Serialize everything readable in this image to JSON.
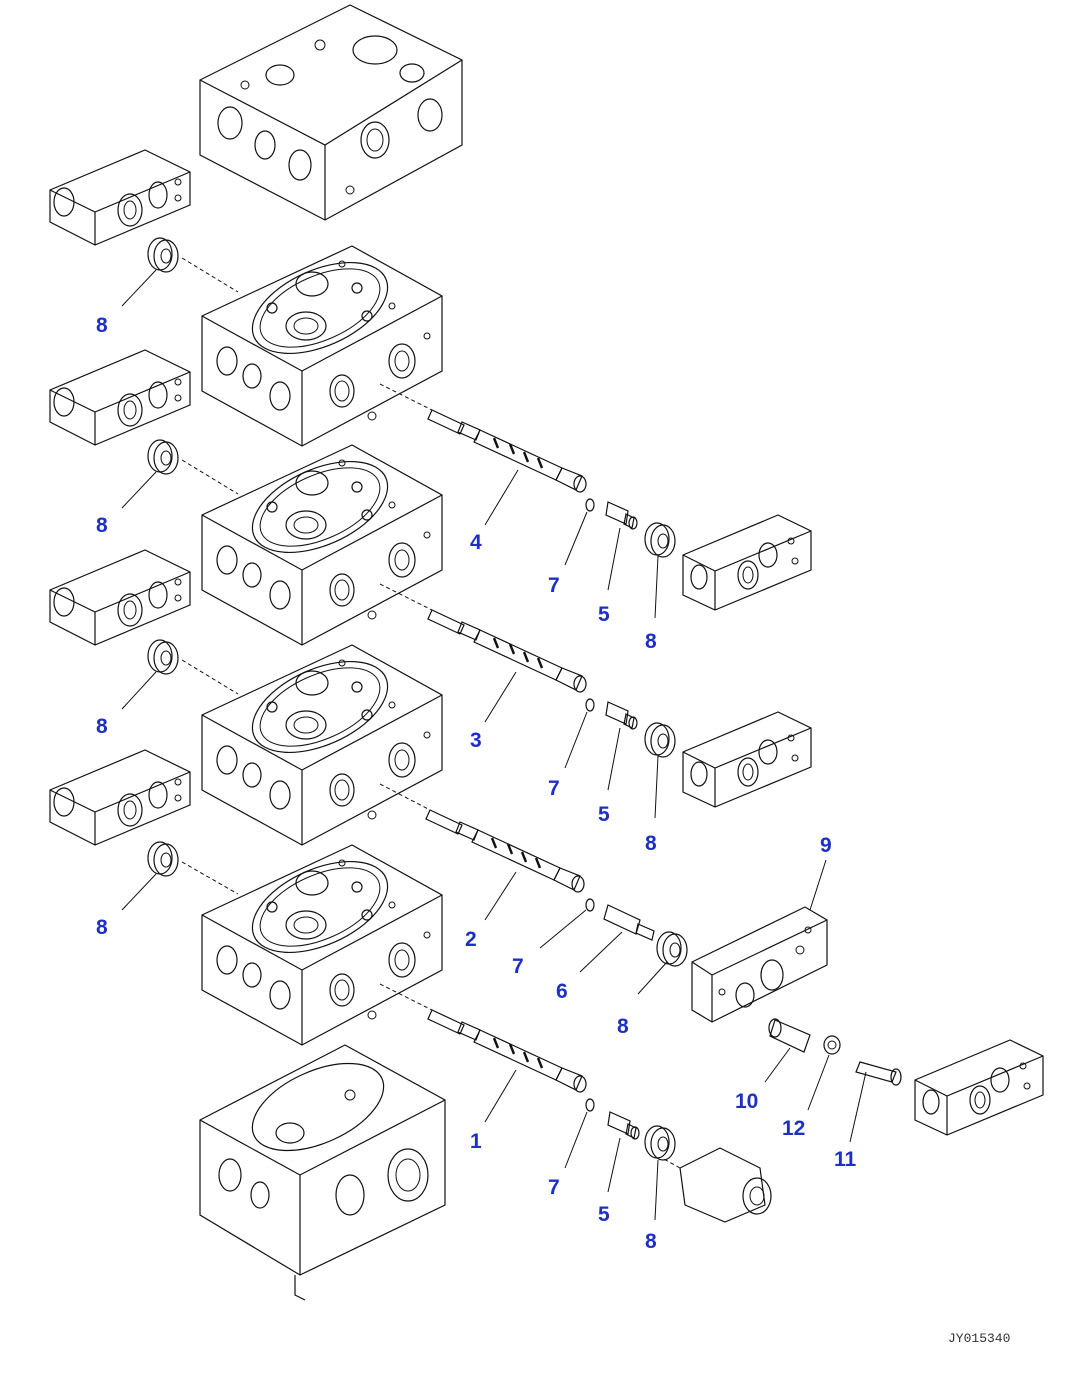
{
  "figure": {
    "drawing_code": "JY015340",
    "callouts": [
      {
        "id": "c1",
        "text": "8"
      },
      {
        "id": "c2",
        "text": "8"
      },
      {
        "id": "c3",
        "text": "8"
      },
      {
        "id": "c4",
        "text": "8"
      },
      {
        "id": "c5",
        "text": "4"
      },
      {
        "id": "c6",
        "text": "7"
      },
      {
        "id": "c7",
        "text": "5"
      },
      {
        "id": "c8",
        "text": "8"
      },
      {
        "id": "c9",
        "text": "3"
      },
      {
        "id": "c10",
        "text": "7"
      },
      {
        "id": "c11",
        "text": "5"
      },
      {
        "id": "c12",
        "text": "8"
      },
      {
        "id": "c13",
        "text": "9"
      },
      {
        "id": "c14",
        "text": "2"
      },
      {
        "id": "c15",
        "text": "7"
      },
      {
        "id": "c16",
        "text": "6"
      },
      {
        "id": "c17",
        "text": "8"
      },
      {
        "id": "c18",
        "text": "10"
      },
      {
        "id": "c19",
        "text": "12"
      },
      {
        "id": "c20",
        "text": "11"
      },
      {
        "id": "c21",
        "text": "1"
      },
      {
        "id": "c22",
        "text": "7"
      },
      {
        "id": "c23",
        "text": "5"
      },
      {
        "id": "c24",
        "text": "8"
      }
    ]
  }
}
